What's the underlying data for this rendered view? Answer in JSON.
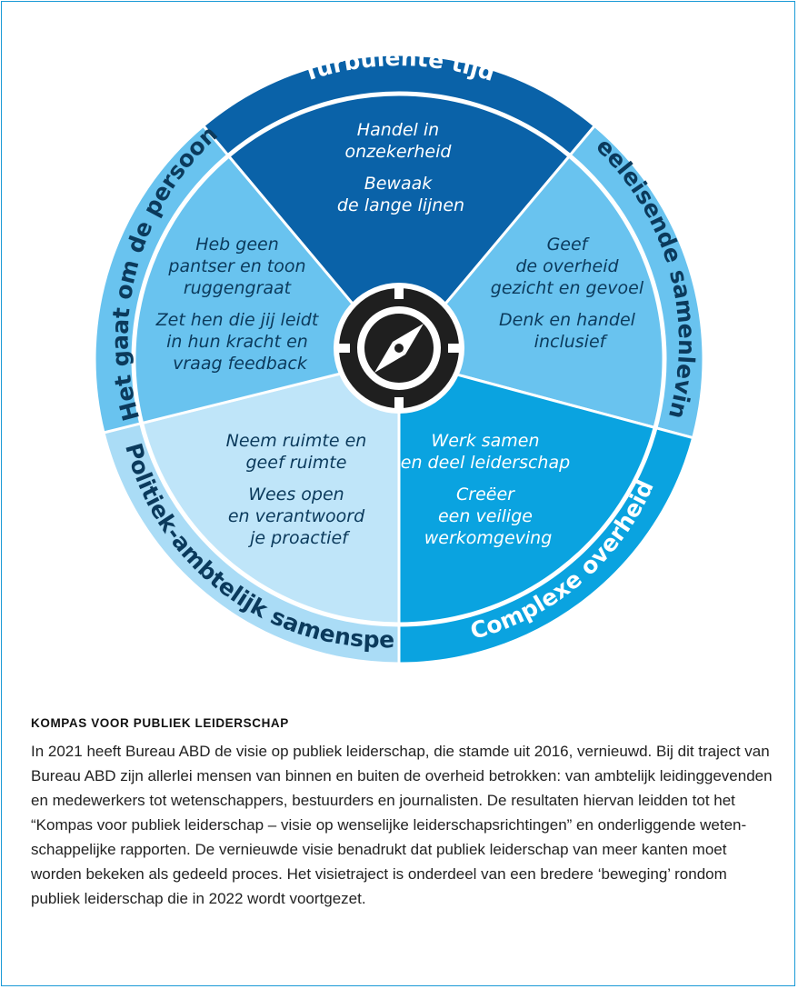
{
  "wheel": {
    "colors": {
      "ring_dark": "#0a62a8",
      "ring_light": "#69c3ef",
      "ring_pale": "#aadcf6",
      "ring_mid": "#0aa3e0",
      "seg_top": "#0a62a8",
      "seg_right": "#69c3ef",
      "seg_bottom_right": "#0aa3e0",
      "seg_bottom_left": "#bfe5f9",
      "seg_left": "#69c3ef",
      "ring_text_white": "#ffffff",
      "ring_text_dark": "#0b3a5c",
      "compass": "#1f1f1f"
    },
    "ring_labels": {
      "top": "Turbulente tijd",
      "right": "Veeleisende samenleving",
      "bottom_right": "Complexe overheid",
      "bottom_left": "Politiek-ambtelijk samenspel",
      "left": "Het gaat om de persoon"
    },
    "segments": {
      "top": [
        "Handel in",
        "onzekerheid",
        "Bewaak",
        "de lange lijnen"
      ],
      "right": [
        "Geef",
        "de overheid",
        "gezicht en gevoel",
        "Denk en handel",
        "inclusief"
      ],
      "bottom_right": [
        "Werk samen",
        "en deel leiderschap",
        "Creëer",
        "een veilige",
        "werkomgeving"
      ],
      "bottom_left": [
        "Neem ruimte en",
        "geef ruimte",
        "Wees open",
        "en verantwoord",
        "je proactief"
      ],
      "left": [
        "Heb geen",
        "pantser en toon",
        "ruggengraat",
        "Zet hen die jij leidt",
        "in hun kracht en",
        "vraag feedback"
      ]
    },
    "center_icon": "compass-icon"
  },
  "caption": {
    "title": "KOMPAS VOOR PUBLIEK LEIDERSCHAP",
    "body": "In 2021 heeft Bureau ABD de visie op publiek leiderschap, die stamde uit 2016, vernieuwd. Bij dit traject van Bureau ABD zijn allerlei mensen van binnen en buiten de overheid betrokken: van ambtelijk leidinggevenden en medewerkers tot wetenschappers, bestuurders en journalisten. De resultaten hiervan leidden tot het “Kompas voor publiek leiderschap – visie op wenselijke leiderschapsrichtingen” en onderliggende weten-schappelijke rapporten. De vernieuwde visie benadrukt dat publiek leiderschap van meer kanten moet worden bekeken als gedeeld proces. Het visietraject is onderdeel van een bredere ‘beweging’ rondom publiek leiderschap die in 2022 wordt voortgezet."
  }
}
